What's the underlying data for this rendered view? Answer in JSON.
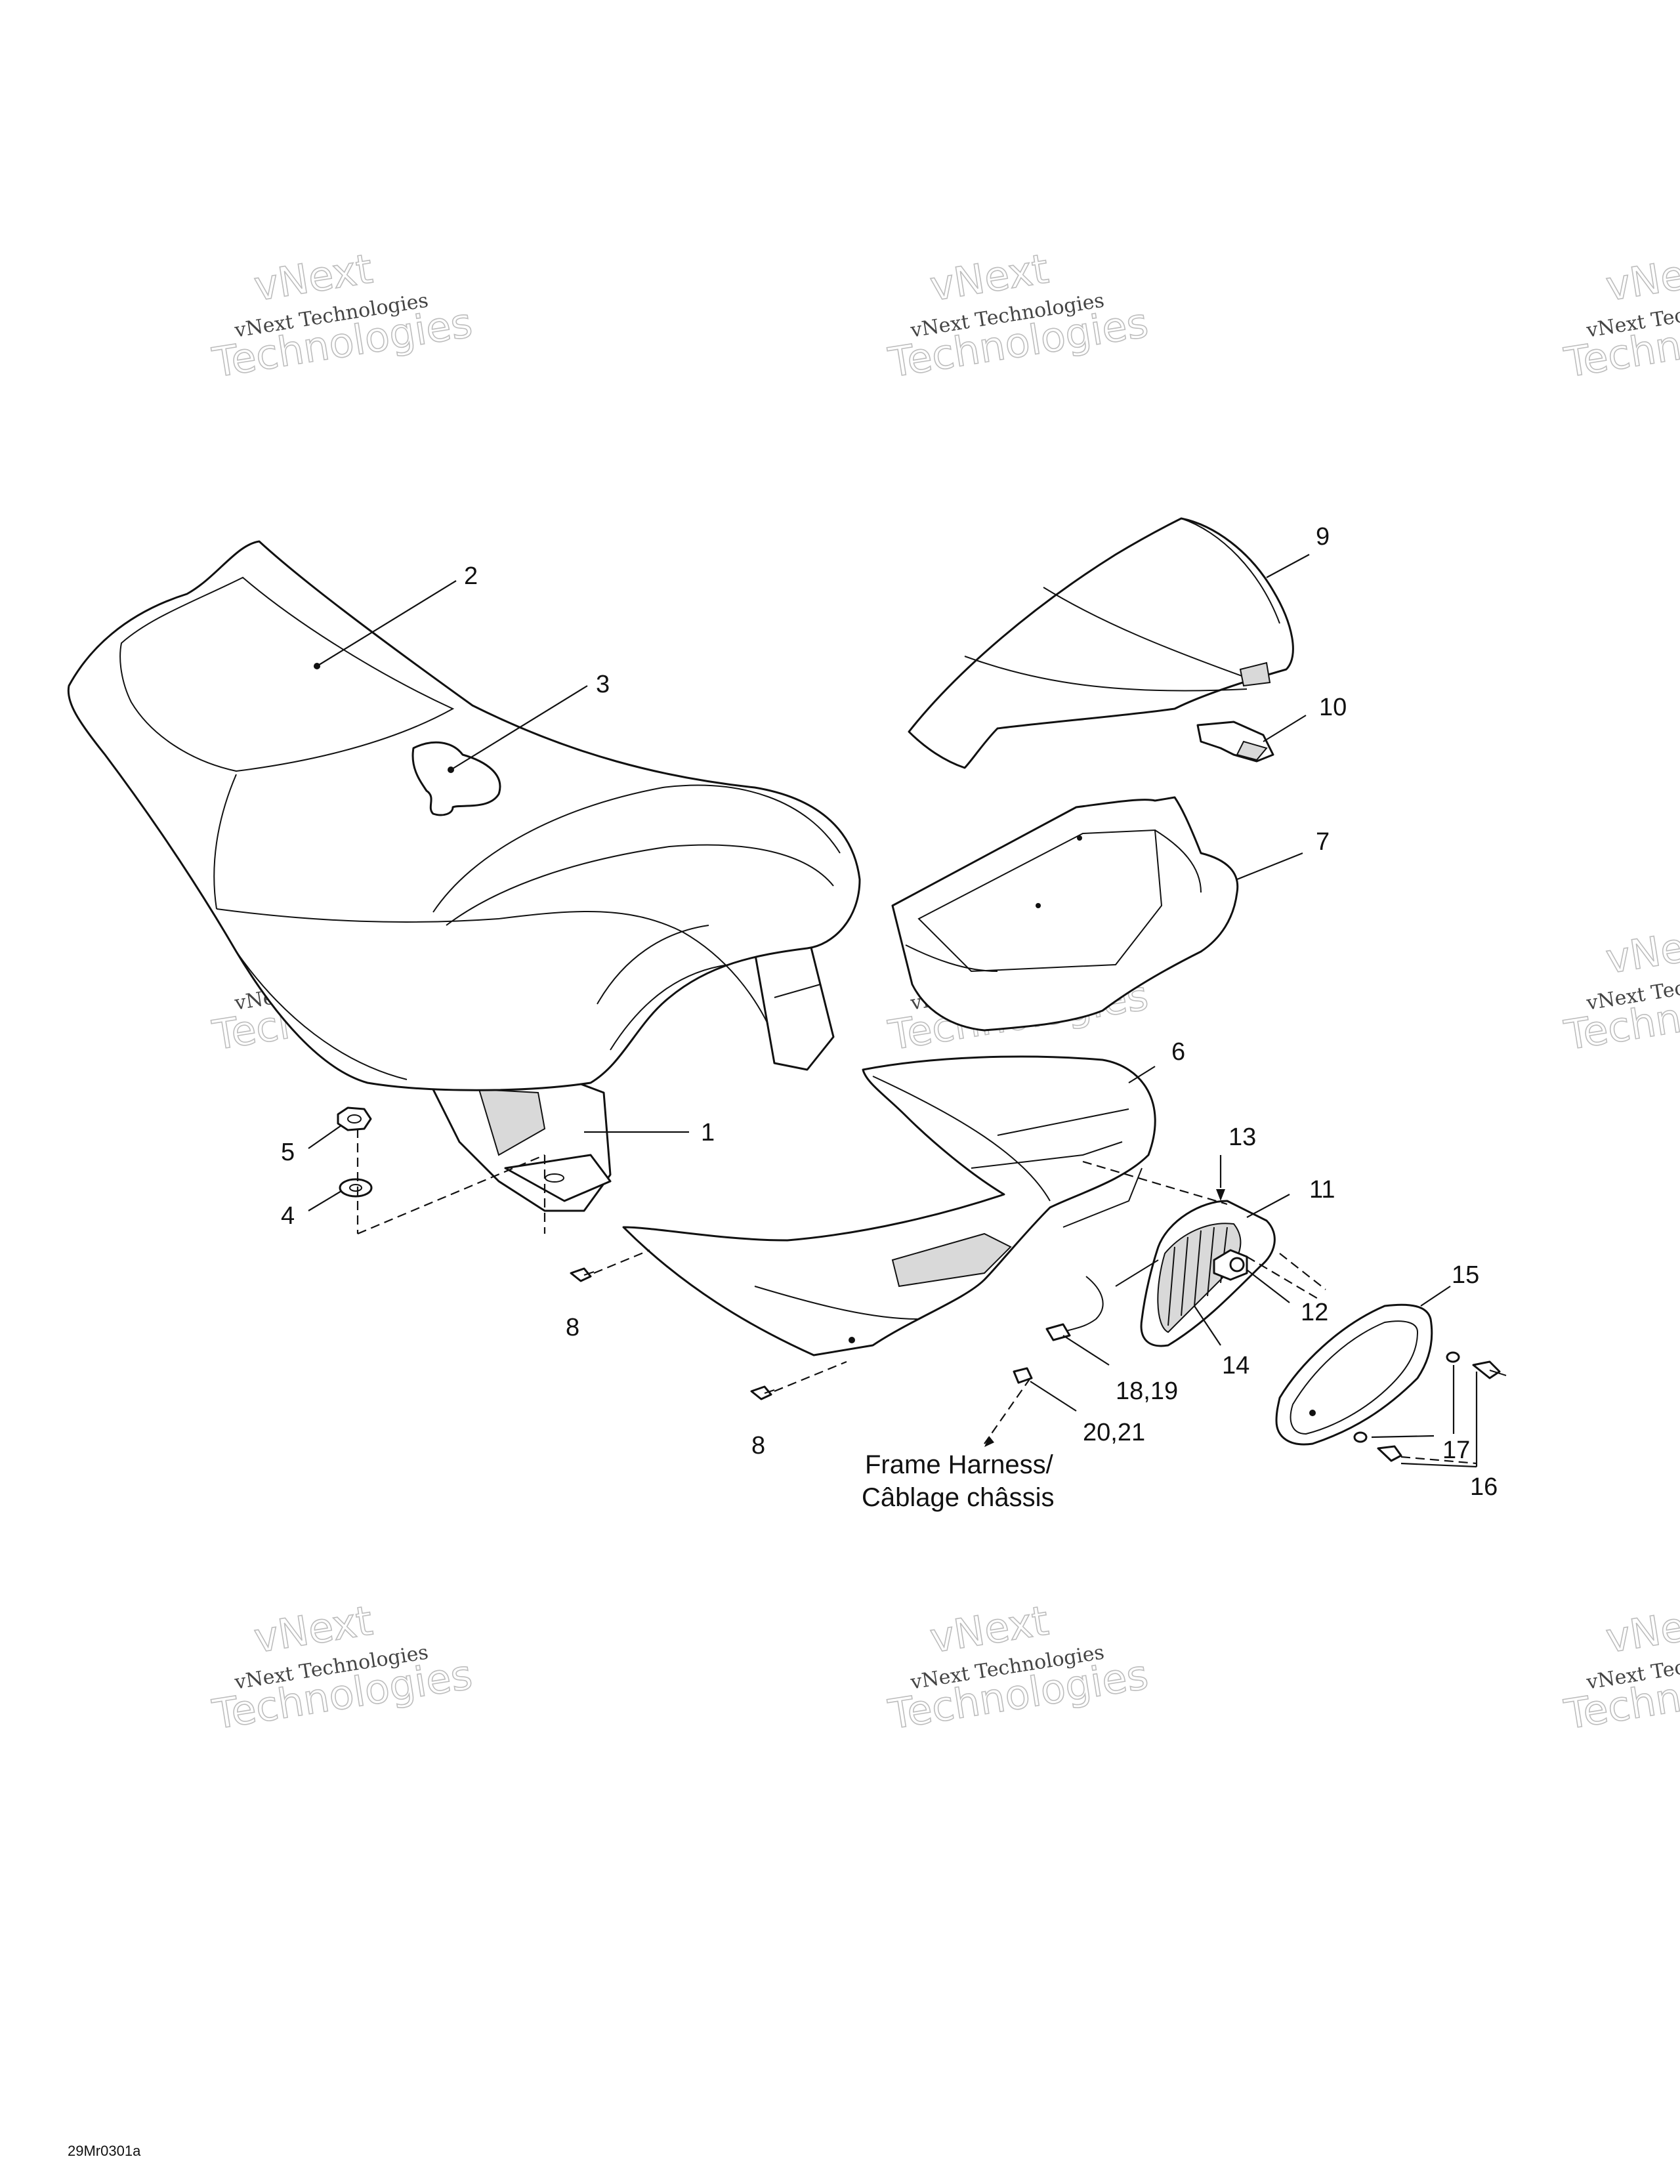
{
  "watermark": {
    "line1": "vNext",
    "line2": "vNext Technologies",
    "line3": "Technologies"
  },
  "labels": {
    "p1": "1",
    "p2": "2",
    "p3": "3",
    "p4": "4",
    "p5": "5",
    "p6": "6",
    "p7": "7",
    "p8a": "8",
    "p8b": "8",
    "p9": "9",
    "p10": "10",
    "p11": "11",
    "p12": "12",
    "p13": "13",
    "p14": "14",
    "p15": "15",
    "p16": "16",
    "p17": "17",
    "p18_19": "18,19",
    "p20_21": "20,21"
  },
  "note": {
    "line1": "Frame Harness/",
    "line2": "Câblage châssis"
  },
  "drawing_code": "29Mr0301a"
}
